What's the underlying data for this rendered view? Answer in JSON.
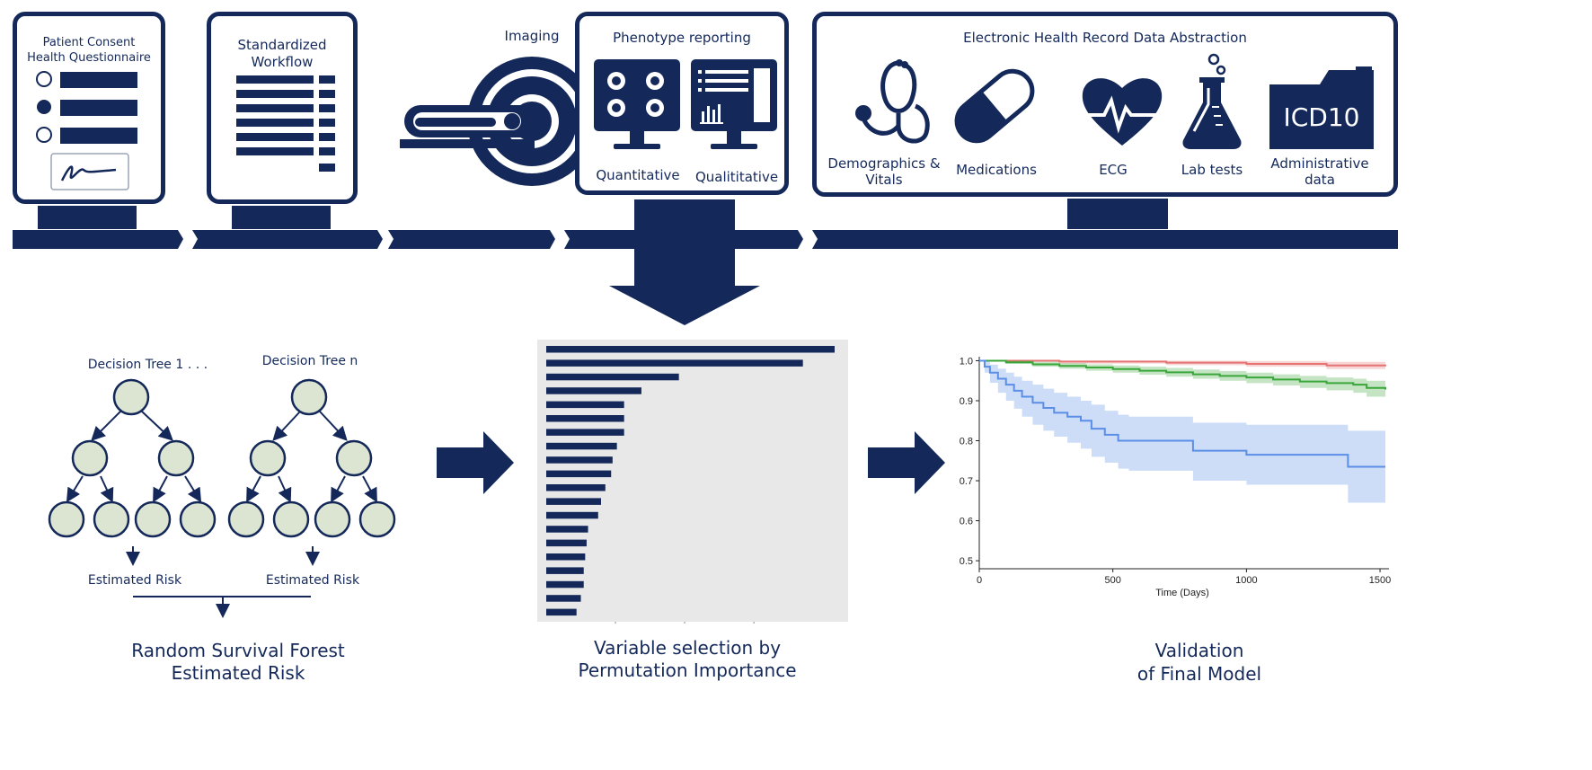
{
  "cards": {
    "consent": {
      "line1": "Patient Consent",
      "line2": "Health Questionnaire"
    },
    "workflow": {
      "line1": "Standardized",
      "line2": "Workflow"
    },
    "imaging": {
      "title": "Imaging"
    },
    "phenotype": {
      "title": "Phenotype reporting",
      "quantitative": "Quantitative",
      "qualitative": "Qualititative"
    },
    "ehr": {
      "title": "Electronic Health Record Data Abstraction",
      "items": [
        {
          "line1": "Demographics &",
          "line2": "Vitals",
          "icon": "stethoscope-icon"
        },
        {
          "line1": "Medications",
          "line2": "",
          "icon": "pill-icon"
        },
        {
          "line1": "ECG",
          "line2": "",
          "icon": "heart-ecg-icon"
        },
        {
          "line1": "Lab tests",
          "line2": "",
          "icon": "flask-icon"
        },
        {
          "line1": "Administrative",
          "line2": "data",
          "icon": "folder-icon"
        }
      ],
      "folder_text": "ICD10"
    }
  },
  "forest": {
    "tree1_label": "Decision Tree 1",
    "ellipsis": ". . .",
    "treen_label": "Decision Tree n",
    "risk1": "Estimated Risk",
    "riskn": "Estimated Risk",
    "caption_line1": "Random Survival Forest",
    "caption_line2": "Estimated Risk"
  },
  "importance": {
    "caption_line1": "Variable selection by",
    "caption_line2": "Permutation Importance"
  },
  "validation": {
    "caption_line1": "Validation",
    "caption_line2": "of Final Model"
  },
  "colors": {
    "navy": "#14295a",
    "node_fill": "#dce4d2",
    "panel_bg": "#e8e8e8",
    "red_series": "#e57373",
    "green_series": "#3aa63a",
    "blue_series": "#5b8ee6"
  },
  "chart_data": [
    {
      "type": "bar",
      "orientation": "horizontal",
      "categories": [],
      "values": [
        1.0,
        0.89,
        0.46,
        0.33,
        0.27,
        0.27,
        0.27,
        0.245,
        0.23,
        0.225,
        0.205,
        0.19,
        0.18,
        0.145,
        0.14,
        0.135,
        0.13,
        0.13,
        0.12,
        0.105
      ],
      "xlabel": "",
      "ylabel": "",
      "grid": false
    },
    {
      "type": "line",
      "title": "",
      "xlabel": "Time (Days)",
      "ylabel": "",
      "xlim": [
        0,
        1520
      ],
      "ylim": [
        0.48,
        1.01
      ],
      "xticks": [
        "0",
        "500",
        "1000",
        "1500"
      ],
      "yticks": [
        "0.5",
        "0.6",
        "0.7",
        "0.8",
        "0.9",
        "1.0"
      ],
      "series": [
        {
          "color": "#e57373",
          "x": [
            0,
            300,
            700,
            1000,
            1300,
            1520
          ],
          "y": [
            1.0,
            0.998,
            0.995,
            0.992,
            0.988,
            0.986
          ],
          "lower": [
            1.0,
            0.993,
            0.989,
            0.985,
            0.979,
            0.976
          ],
          "upper": [
            1.0,
            1.0,
            1.0,
            0.999,
            0.997,
            0.995
          ]
        },
        {
          "color": "#3aa63a",
          "x": [
            0,
            100,
            200,
            300,
            400,
            500,
            600,
            700,
            800,
            900,
            1000,
            1100,
            1200,
            1300,
            1400,
            1450,
            1520
          ],
          "y": [
            1.0,
            0.996,
            0.991,
            0.987,
            0.983,
            0.979,
            0.975,
            0.971,
            0.966,
            0.962,
            0.958,
            0.953,
            0.948,
            0.944,
            0.94,
            0.932,
            0.928
          ],
          "lower": [
            1.0,
            0.992,
            0.985,
            0.98,
            0.975,
            0.97,
            0.965,
            0.96,
            0.955,
            0.95,
            0.944,
            0.938,
            0.932,
            0.926,
            0.92,
            0.91,
            0.905
          ],
          "upper": [
            1.0,
            1.0,
            0.997,
            0.994,
            0.991,
            0.988,
            0.985,
            0.982,
            0.978,
            0.974,
            0.97,
            0.966,
            0.962,
            0.958,
            0.955,
            0.95,
            0.948
          ]
        },
        {
          "color": "#5b8ee6",
          "x": [
            0,
            20,
            40,
            70,
            100,
            130,
            160,
            200,
            240,
            280,
            330,
            380,
            420,
            470,
            520,
            560,
            800,
            1000,
            1200,
            1380,
            1520
          ],
          "y": [
            1.0,
            0.985,
            0.97,
            0.955,
            0.94,
            0.925,
            0.91,
            0.895,
            0.882,
            0.87,
            0.86,
            0.85,
            0.83,
            0.815,
            0.8,
            0.8,
            0.775,
            0.765,
            0.765,
            0.735,
            0.735
          ],
          "lower": [
            1.0,
            0.97,
            0.945,
            0.92,
            0.9,
            0.88,
            0.86,
            0.84,
            0.825,
            0.81,
            0.795,
            0.78,
            0.76,
            0.745,
            0.73,
            0.725,
            0.7,
            0.69,
            0.69,
            0.645,
            0.645
          ],
          "upper": [
            1.0,
            1.0,
            0.99,
            0.98,
            0.97,
            0.96,
            0.95,
            0.94,
            0.93,
            0.92,
            0.91,
            0.9,
            0.89,
            0.875,
            0.865,
            0.86,
            0.845,
            0.84,
            0.84,
            0.825,
            0.825
          ]
        }
      ]
    }
  ]
}
